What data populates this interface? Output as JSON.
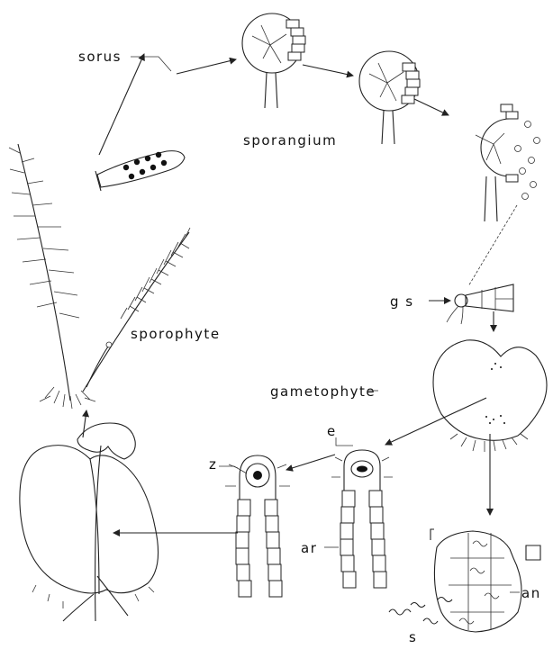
{
  "labels": {
    "sorus": "sorus",
    "sporangium": "sporangium",
    "gs": "g s",
    "sporophyte": "sporophyte",
    "gametophyte": "gametophyte",
    "e": "e",
    "z": "z",
    "ar": "ar",
    "an": "an",
    "s": "s"
  }
}
